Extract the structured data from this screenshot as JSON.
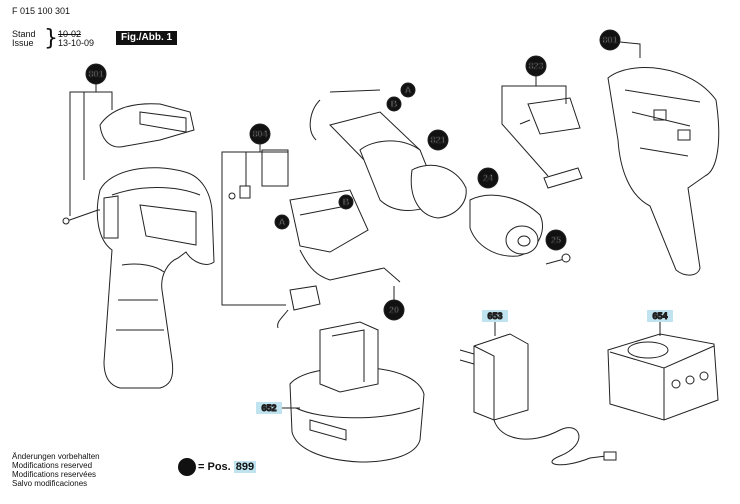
{
  "header": {
    "doc_number": "F 015 100 301",
    "stand_label": "Stand",
    "issue_label": "Issue",
    "stand_date": "10-02",
    "issue_date": "13-10-09",
    "figure_label": "Fig./Abb. 1"
  },
  "callouts": [
    {
      "id": "801",
      "part": "drill-housing-left"
    },
    {
      "id": "804",
      "part": "switch-components"
    },
    {
      "id": "821",
      "part": "motor-gearbox"
    },
    {
      "id": "823",
      "part": "slide-switch"
    },
    {
      "id": "801",
      "part": "drill-housing-right"
    },
    {
      "id": "24",
      "part": "chuck"
    },
    {
      "id": "25",
      "part": "chuck-screw"
    },
    {
      "id": "20",
      "part": "battery-terminal"
    },
    {
      "id": "653",
      "part": "charger-plug"
    },
    {
      "id": "654",
      "part": "charging-stand"
    },
    {
      "id": "652",
      "part": "battery-pack"
    }
  ],
  "letters": [
    "A",
    "B",
    "A",
    "B"
  ],
  "notes": [
    "Änderungen vorbehalten",
    "Modifications reserved",
    "Modifications reservées",
    "Salvo modificaciones"
  ],
  "legend": {
    "label": "= Pos.",
    "number": "899"
  }
}
